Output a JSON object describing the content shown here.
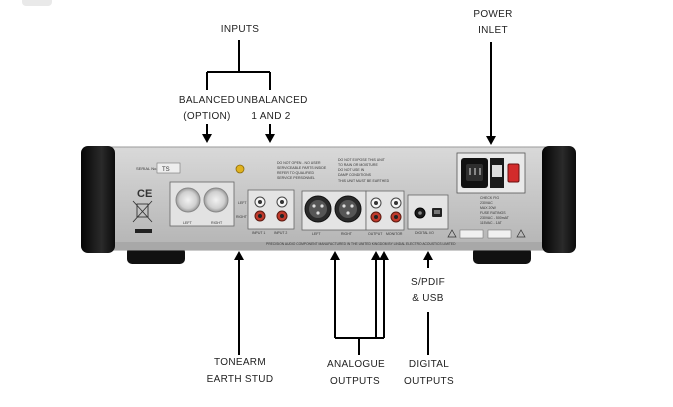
{
  "labels": {
    "inputs": "INPUTS",
    "balanced": "BALANCED",
    "option": "(OPTION)",
    "unbalanced": "UNBALANCED",
    "one_and_two": "1 AND 2",
    "power": "POWER",
    "inlet": "INLET",
    "tonearm": "TONEARM",
    "earth_stud": "EARTH STUD",
    "analogue": "ANALOGUE",
    "outputs_analogue": "OUTPUTS",
    "spdif": "S/PDIF",
    "and_usb": "& USB",
    "digital": "DIGITAL",
    "outputs_digital": "OUTPUTS"
  },
  "panel": {
    "serial_label": "SERIAL No.",
    "serial_value": "TS",
    "ce_mark": "CE",
    "left": "LEFT",
    "right": "RIGHT",
    "input1": "INPUT 1",
    "input2": "INPUT 2",
    "output": "OUTPUT",
    "monitor": "MONITOR",
    "digital_io": "DIGITAL I/O"
  },
  "colors": {
    "panel": "#c9c9c9",
    "end_caps": "#151515",
    "rca_red": "#c0392b",
    "power_switch": "#d22b2b"
  }
}
